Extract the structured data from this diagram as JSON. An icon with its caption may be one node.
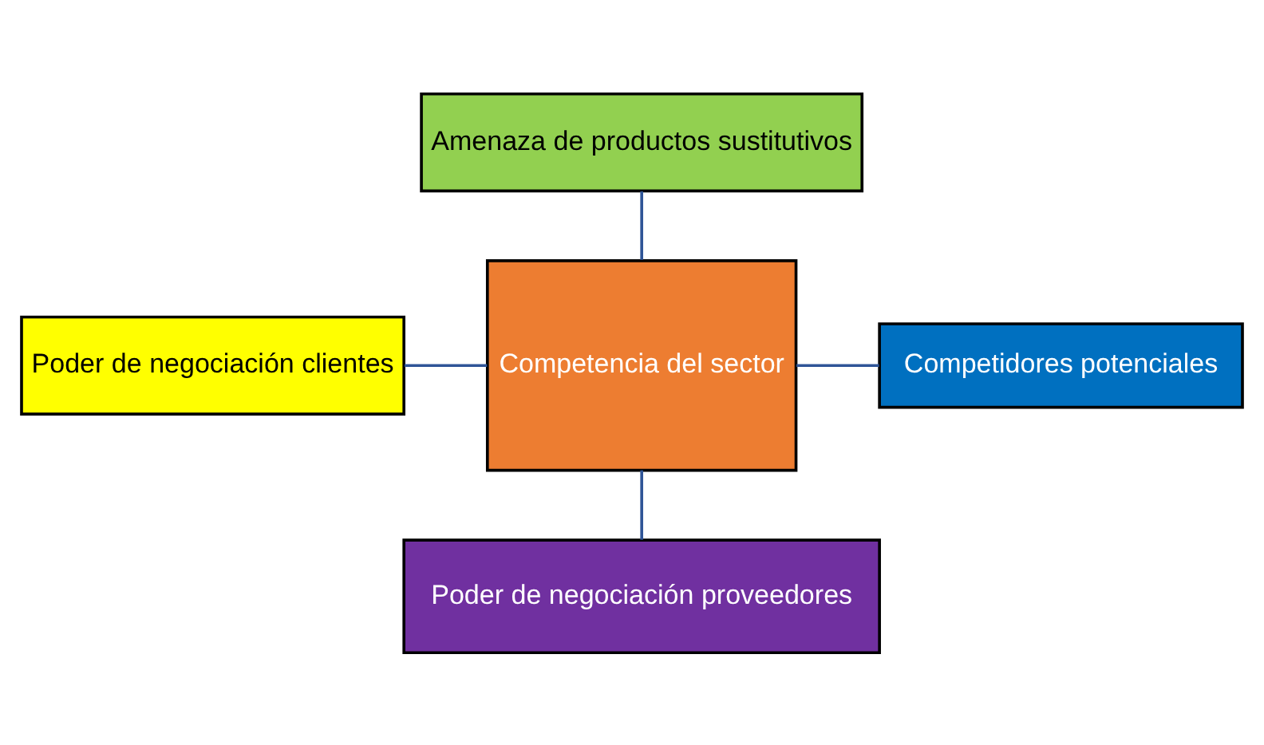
{
  "diagram": {
    "nodes": [
      {
        "text": [
          "Amenaza de productos sustitutivos"
        ]
      },
      {
        "text": [
          "Poder de negociación clientes"
        ]
      },
      {
        "text": [
          "Competencia del sector"
        ]
      },
      {
        "text": [
          "Competidores potenciales"
        ]
      },
      {
        "text": [
          "Poder de negociación proveedores"
        ]
      }
    ],
    "edges": [
      {
        "from": 0,
        "to": 2,
        "arrow": "none"
      },
      {
        "from": 1,
        "to": 2,
        "arrow": "none"
      },
      {
        "from": 2,
        "to": 3,
        "arrow": "none"
      },
      {
        "from": 2,
        "to": 4,
        "arrow": "none"
      }
    ]
  }
}
